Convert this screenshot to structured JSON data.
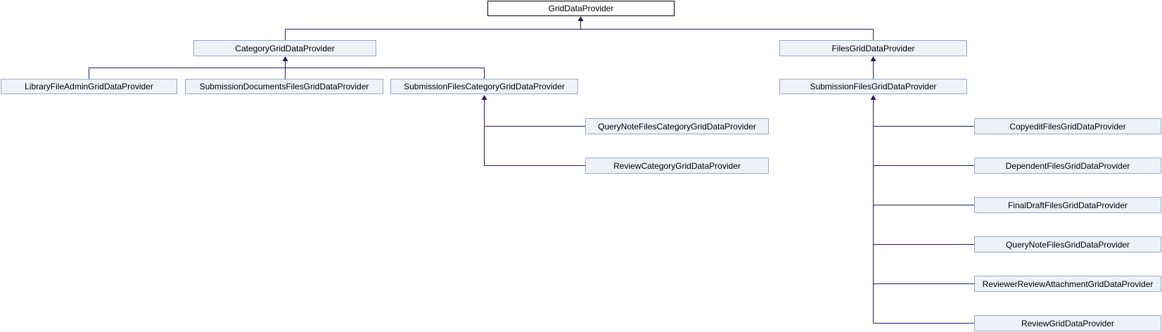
{
  "diagram": {
    "type": "class-inheritance-graph",
    "root": "GridDataProvider"
  },
  "nodes": [
    {
      "id": "GridDataProvider",
      "label": "GridDataProvider",
      "role": "root"
    },
    {
      "id": "CategoryGridDataProvider",
      "label": "CategoryGridDataProvider",
      "role": "child"
    },
    {
      "id": "FilesGridDataProvider",
      "label": "FilesGridDataProvider",
      "role": "child"
    },
    {
      "id": "LibraryFileAdminGridDataProvider",
      "label": "LibraryFileAdminGridDataProvider",
      "role": "child"
    },
    {
      "id": "SubmissionDocumentsFilesGridDataProvider",
      "label": "SubmissionDocumentsFilesGridDataProvider",
      "role": "child"
    },
    {
      "id": "SubmissionFilesCategoryGridDataProvider",
      "label": "SubmissionFilesCategoryGridDataProvider",
      "role": "child"
    },
    {
      "id": "SubmissionFilesGridDataProvider",
      "label": "SubmissionFilesGridDataProvider",
      "role": "child"
    },
    {
      "id": "QueryNoteFilesCategoryGridDataProvider",
      "label": "QueryNoteFilesCategoryGridDataProvider",
      "role": "child"
    },
    {
      "id": "ReviewCategoryGridDataProvider",
      "label": "ReviewCategoryGridDataProvider",
      "role": "child"
    },
    {
      "id": "CopyeditFilesGridDataProvider",
      "label": "CopyeditFilesGridDataProvider",
      "role": "child"
    },
    {
      "id": "DependentFilesGridDataProvider",
      "label": "DependentFilesGridDataProvider",
      "role": "child"
    },
    {
      "id": "FinalDraftFilesGridDataProvider",
      "label": "FinalDraftFilesGridDataProvider",
      "role": "child"
    },
    {
      "id": "QueryNoteFilesGridDataProvider",
      "label": "QueryNoteFilesGridDataProvider",
      "role": "child"
    },
    {
      "id": "ReviewerReviewAttachmentGridDataProvider",
      "label": "ReviewerReviewAttachmentGridDataProvider",
      "role": "child"
    },
    {
      "id": "ReviewGridDataProvider",
      "label": "ReviewGridDataProvider",
      "role": "child"
    }
  ],
  "edges": [
    {
      "from": "CategoryGridDataProvider",
      "to": "GridDataProvider",
      "relation": "inherits"
    },
    {
      "from": "FilesGridDataProvider",
      "to": "GridDataProvider",
      "relation": "inherits"
    },
    {
      "from": "LibraryFileAdminGridDataProvider",
      "to": "CategoryGridDataProvider",
      "relation": "inherits"
    },
    {
      "from": "SubmissionDocumentsFilesGridDataProvider",
      "to": "CategoryGridDataProvider",
      "relation": "inherits"
    },
    {
      "from": "SubmissionFilesCategoryGridDataProvider",
      "to": "CategoryGridDataProvider",
      "relation": "inherits"
    },
    {
      "from": "QueryNoteFilesCategoryGridDataProvider",
      "to": "SubmissionFilesCategoryGridDataProvider",
      "relation": "inherits"
    },
    {
      "from": "ReviewCategoryGridDataProvider",
      "to": "SubmissionFilesCategoryGridDataProvider",
      "relation": "inherits"
    },
    {
      "from": "SubmissionFilesGridDataProvider",
      "to": "FilesGridDataProvider",
      "relation": "inherits"
    },
    {
      "from": "CopyeditFilesGridDataProvider",
      "to": "SubmissionFilesGridDataProvider",
      "relation": "inherits"
    },
    {
      "from": "DependentFilesGridDataProvider",
      "to": "SubmissionFilesGridDataProvider",
      "relation": "inherits"
    },
    {
      "from": "FinalDraftFilesGridDataProvider",
      "to": "SubmissionFilesGridDataProvider",
      "relation": "inherits"
    },
    {
      "from": "QueryNoteFilesGridDataProvider",
      "to": "SubmissionFilesGridDataProvider",
      "relation": "inherits"
    },
    {
      "from": "ReviewerReviewAttachmentGridDataProvider",
      "to": "SubmissionFilesGridDataProvider",
      "relation": "inherits"
    },
    {
      "from": "ReviewGridDataProvider",
      "to": "SubmissionFilesGridDataProvider",
      "relation": "inherits"
    }
  ],
  "colors": {
    "edge": "#191970",
    "node_fill": "#eef1f8",
    "node_border": "#9aa5c9",
    "root_fill": "#ffffff",
    "root_border": "#000000",
    "text": "#000000"
  }
}
